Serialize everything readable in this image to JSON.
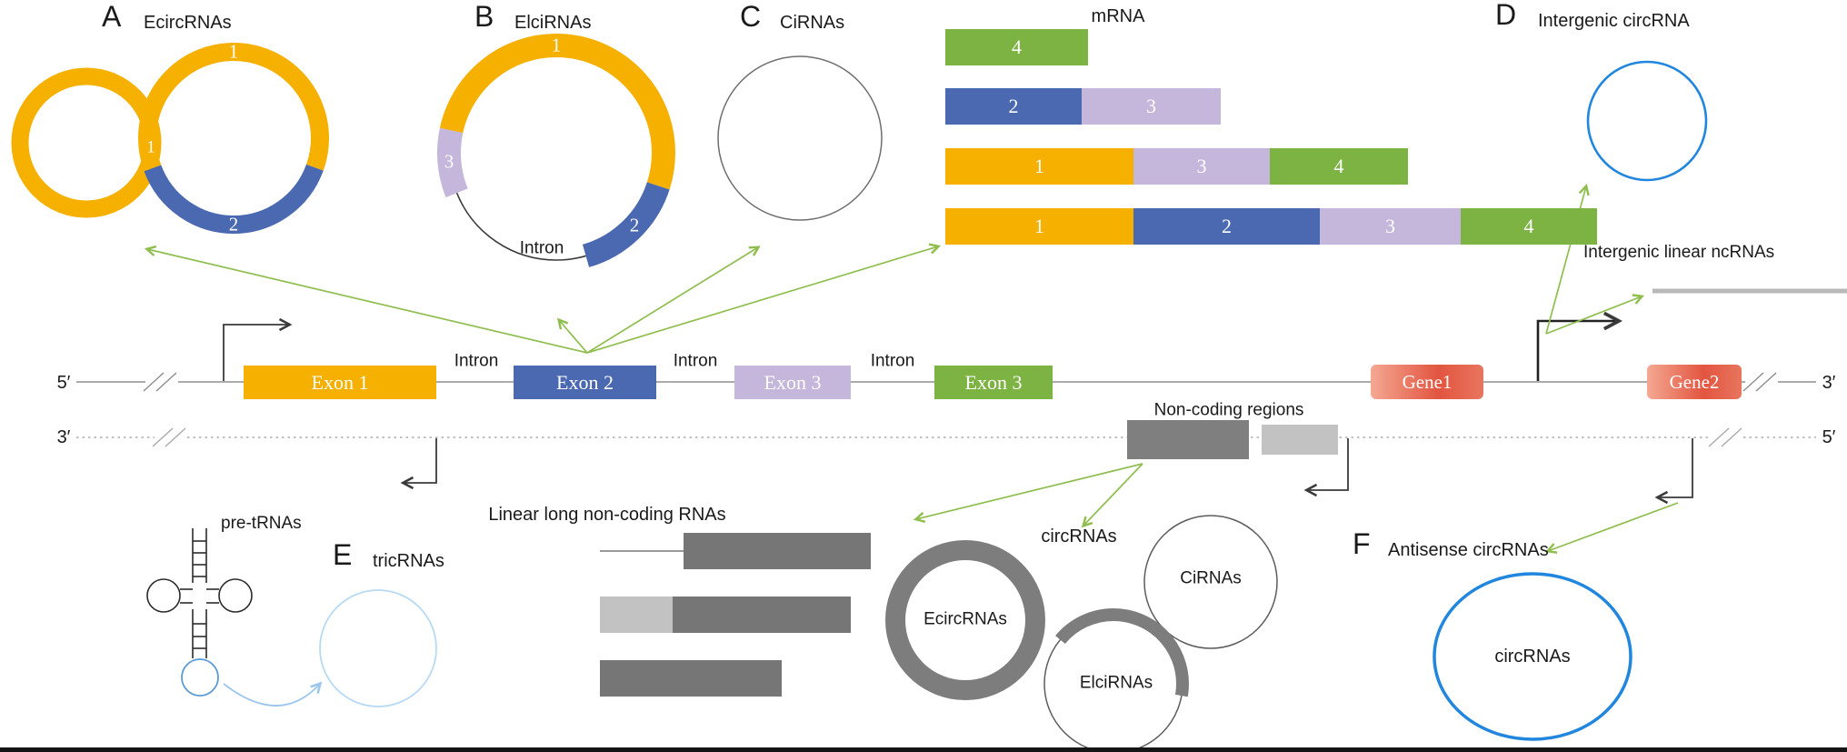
{
  "sections": {
    "a": {
      "letter": "A",
      "title": "EcircRNAs"
    },
    "b": {
      "letter": "B",
      "title": "ElciRNAs",
      "intron_label": "Intron",
      "exon1": "1",
      "exon2": "2",
      "exon3": "3"
    },
    "c": {
      "letter": "C",
      "title": "CiRNAs"
    },
    "d": {
      "letter": "D",
      "title": "Intergenic circRNA",
      "linear_ncrna_label": "Intergenic linear ncRNAs"
    },
    "e": {
      "letter": "E",
      "title": "tricRNAs",
      "pre_trna_label": "pre-tRNAs"
    },
    "f": {
      "letter": "F",
      "title": "Antisense circRNAs",
      "circle_label": "circRNAs"
    }
  },
  "rings": {
    "ecirc_small_label": "1",
    "ecirc_large_top": "1",
    "ecirc_large_bottom": "2"
  },
  "mrna": {
    "title": "mRNA",
    "bars": [
      {
        "segments": [
          {
            "label": "4",
            "color": "green"
          }
        ]
      },
      {
        "segments": [
          {
            "label": "2",
            "color": "blue"
          },
          {
            "label": "3",
            "color": "purple"
          }
        ]
      },
      {
        "segments": [
          {
            "label": "1",
            "color": "yellow"
          },
          {
            "label": "3",
            "color": "purple"
          },
          {
            "label": "4",
            "color": "green"
          }
        ]
      },
      {
        "segments": [
          {
            "label": "1",
            "color": "yellow"
          },
          {
            "label": "2",
            "color": "blue"
          },
          {
            "label": "3",
            "color": "purple"
          },
          {
            "label": "4",
            "color": "green"
          }
        ]
      }
    ]
  },
  "gene_map": {
    "strand_labels": {
      "top_left": "5′",
      "top_right": "3′",
      "bottom_left": "3′",
      "bottom_right": "5′"
    },
    "exons": [
      {
        "label": "Exon 1"
      },
      {
        "label": "Exon 2"
      },
      {
        "label": "Exon 3"
      },
      {
        "label": "Exon 3"
      }
    ],
    "introns": [
      "Intron",
      "Intron",
      "Intron"
    ],
    "genes": [
      {
        "label": "Gene1"
      },
      {
        "label": "Gene2"
      }
    ],
    "noncoding_label": "Non-coding regions"
  },
  "bottom": {
    "linear_lncrna_title": "Linear long non-coding RNAs",
    "circrna_title": "circRNAs",
    "ecirc_label": "EcircRNAs",
    "cirna_label": "CiRNAs",
    "elcirna_label": "ElciRNAs"
  },
  "colors": {
    "exon_yellow": "#F5B000",
    "exon_blue": "#4A69B1",
    "exon_purple": "#C5B6DB",
    "exon_green": "#7DB343",
    "gene_coral": "#E25540",
    "noncoding_dark_gray": "#7F7F7F",
    "noncoding_light_gray": "#C2C2C2",
    "biogenesis_arrow_green": "#8FBE4F",
    "circrna_blue": "#2186DD",
    "tricrna_light_blue": "#9CC6EC",
    "ring_gray": "#7D7D7D"
  }
}
